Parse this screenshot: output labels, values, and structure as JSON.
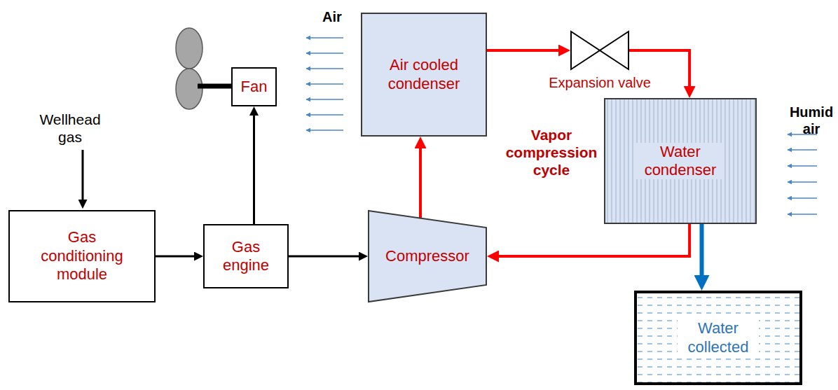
{
  "diagram": {
    "nodes": [
      {
        "text": [
          "Gas conditioning module"
        ]
      },
      {
        "text": [
          "Gas engine"
        ]
      },
      {
        "text": [
          "Fan"
        ]
      },
      {
        "text": [
          "Compressor"
        ]
      },
      {
        "text": [
          "Air cooled condenser"
        ]
      },
      {
        "text": [
          "Expansion valve"
        ]
      },
      {
        "text": [
          "Water condenser"
        ]
      },
      {
        "text": [
          "Water collected"
        ]
      }
    ],
    "edges": [
      {
        "from": 0,
        "to": 1,
        "arrow": "to"
      },
      {
        "from": 1,
        "to": 2,
        "arrow": "to"
      },
      {
        "from": 1,
        "to": 3,
        "arrow": "to"
      },
      {
        "from": 3,
        "to": 4,
        "arrow": "to"
      },
      {
        "from": 4,
        "to": 5,
        "arrow": "to"
      },
      {
        "from": 5,
        "to": 6,
        "arrow": "to"
      },
      {
        "from": 6,
        "to": 3,
        "arrow": "to"
      },
      {
        "from": 6,
        "to": 7,
        "arrow": "to"
      }
    ],
    "labels": [
      "Wellhead gas",
      "Air",
      "Vapor compression cycle",
      "Humid air"
    ]
  }
}
